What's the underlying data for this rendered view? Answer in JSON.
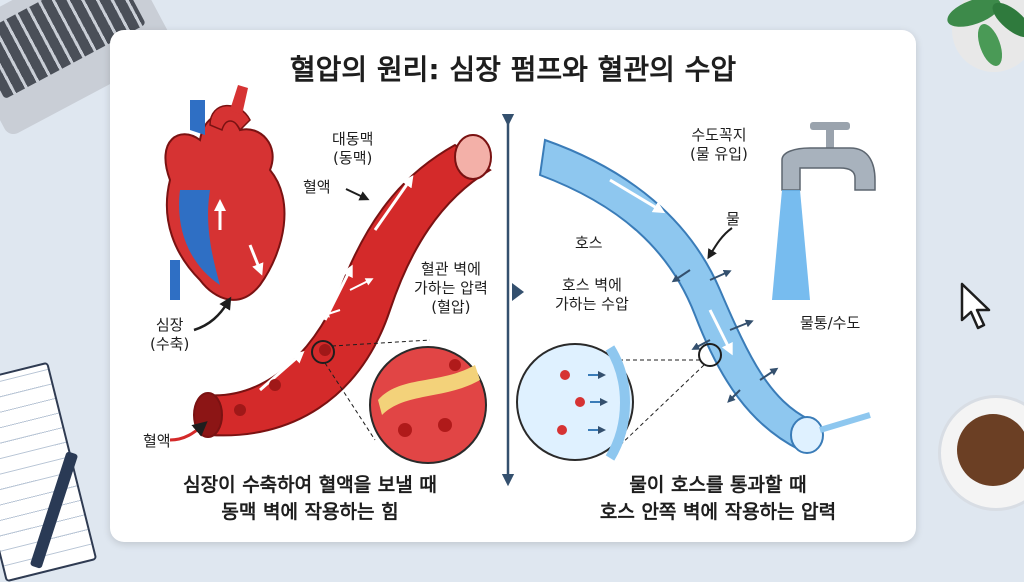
{
  "title": "혈압의 원리: 심장 펌프와 혈관의 수압",
  "left": {
    "labels": {
      "artery_1": "대동맥",
      "artery_2": "(동맥)",
      "blood_top": "혈액",
      "wall_pressure_1": "혈관 벽에",
      "wall_pressure_2": "가하는 압력",
      "wall_pressure_3": "(혈압)",
      "heart_1": "심장",
      "heart_2": "(수축)",
      "blood_bottom": "혈액"
    },
    "caption_line1": "심장이 수축하여 혈액을 보낼 때",
    "caption_line2": "동맥 벽에 작용하는 힘"
  },
  "right": {
    "labels": {
      "faucet_1": "수도꼭지",
      "faucet_2": "(물 유입)",
      "water": "물",
      "hose": "호스",
      "hose_pressure_1": "호스 벽에",
      "hose_pressure_2": "가하는 수압",
      "bucket": "물통/수도"
    },
    "caption_line1": "물이 호스를 통과할 때",
    "caption_line2": "호스 안쪽 벽에 작용하는 압력"
  },
  "colors": {
    "artery": "#d42a2a",
    "hose": "#6fb3e6",
    "arrow": "#34506e"
  }
}
